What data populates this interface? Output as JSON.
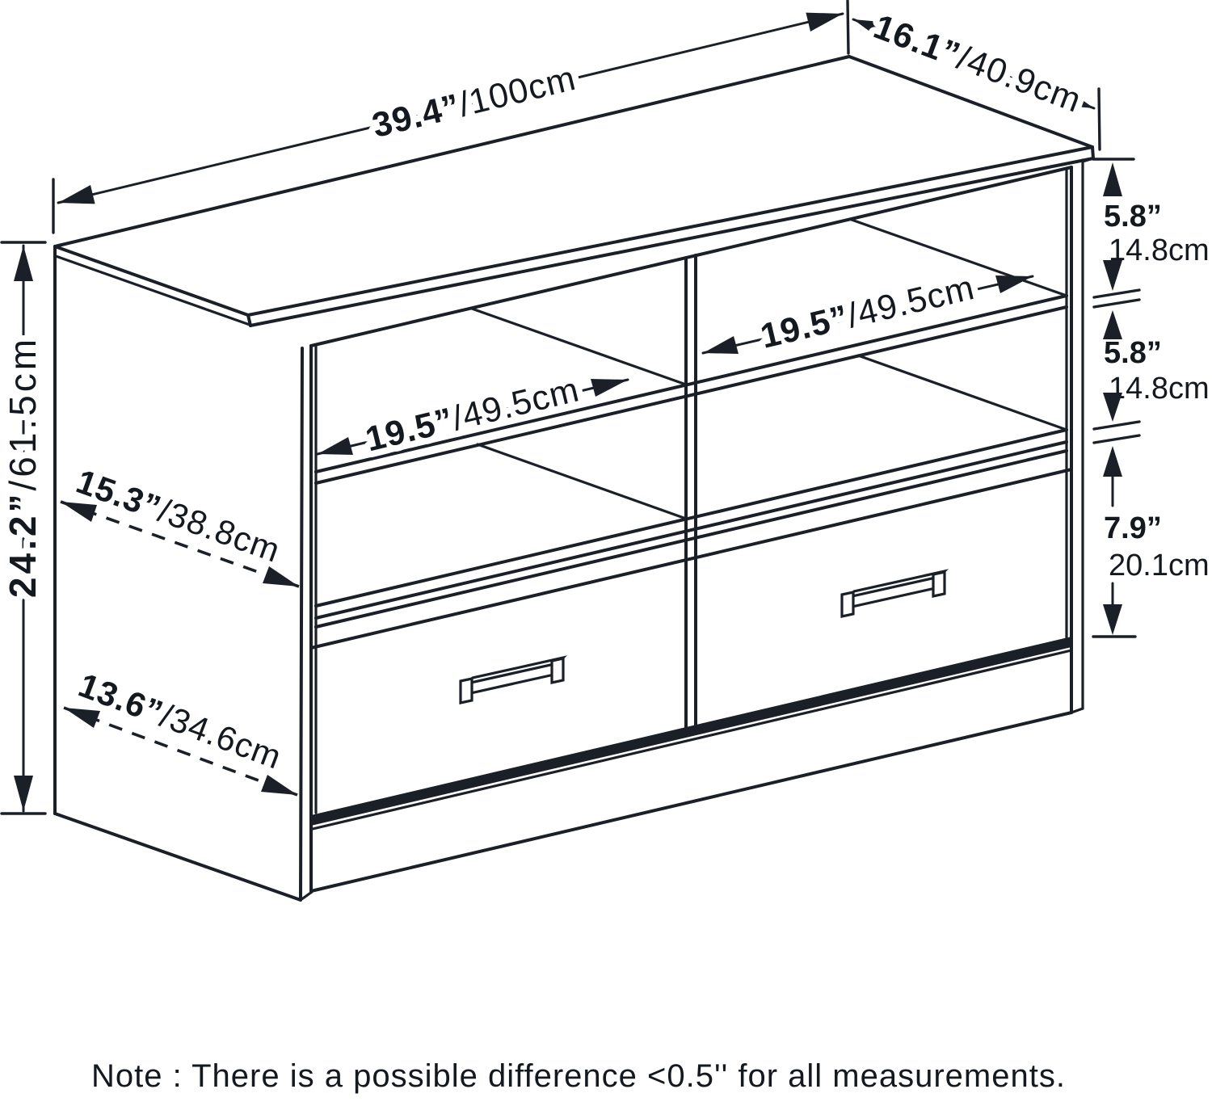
{
  "diagram": {
    "kind": "furniture-dimension-line-drawing",
    "item": "2-shelf 2-drawer TV stand isometric view"
  },
  "dims": {
    "width": {
      "in": "39.4”",
      "cm": "/100cm"
    },
    "depth": {
      "in": "16.1”",
      "cm": "/40.9cm"
    },
    "height": {
      "in": "24.2”",
      "cm": "/61.5cm"
    },
    "top_inner_depth": {
      "in": "15.3”",
      "cm": "/38.8cm"
    },
    "bottom_inner_depth": {
      "in": "13.6”",
      "cm": "/34.6cm"
    },
    "left_compartment": {
      "in": "19.5”",
      "cm": "/49.5cm"
    },
    "right_compartment": {
      "in": "19.5”",
      "cm": "/49.5cm"
    },
    "shelf1": {
      "in": "5.8”",
      "cm": "14.8cm"
    },
    "shelf2": {
      "in": "5.8”",
      "cm": "14.8cm"
    },
    "drawer": {
      "in": "7.9”",
      "cm": "20.1cm"
    }
  },
  "note": "Note : There is a possible difference <0.5'' for all measurements.",
  "colors": {
    "line": "#1b2028",
    "text": "#14181f",
    "background": "#ffffff"
  }
}
